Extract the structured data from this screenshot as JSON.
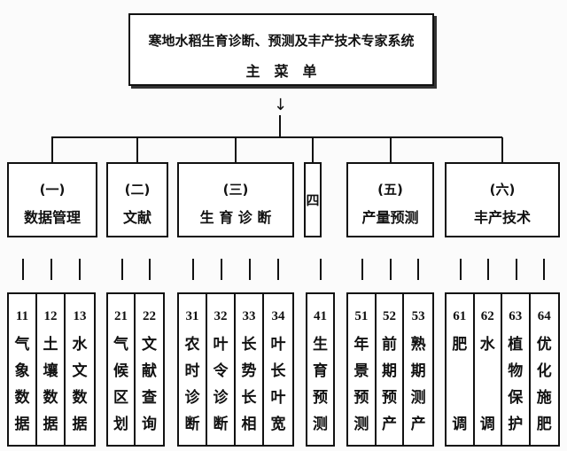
{
  "title": {
    "line1": "寒地水稻生育诊断、预测及丰产技术专家系统",
    "line2": "主菜单"
  },
  "groups": [
    {
      "num": "(一)",
      "name": "数据管理",
      "items": [
        {
          "code": "11",
          "label": "气\n象\n数\n据"
        },
        {
          "code": "12",
          "label": "土\n壤\n数\n据"
        },
        {
          "code": "13",
          "label": "水\n文\n数\n据"
        }
      ]
    },
    {
      "num": "(二)",
      "name": "文献",
      "items": [
        {
          "code": "21",
          "label": "气\n候\n区\n划"
        },
        {
          "code": "22",
          "label": "文\n献\n查\n询"
        }
      ]
    },
    {
      "num": "(三)",
      "name": "生 育 诊 断",
      "items": [
        {
          "code": "31",
          "label": "农\n时\n诊\n断"
        },
        {
          "code": "32",
          "label": "叶\n令\n诊\n断"
        },
        {
          "code": "33",
          "label": "长\n势\n长\n相"
        },
        {
          "code": "34",
          "label": "叶\n长\n叶\n宽"
        }
      ]
    },
    {
      "num": "四",
      "name": "",
      "items": [
        {
          "code": "41",
          "label": "生\n育\n预\n测"
        }
      ]
    },
    {
      "num": "(五)",
      "name": "产量预测",
      "items": [
        {
          "code": "51",
          "label": "年\n景\n预\n测"
        },
        {
          "code": "52",
          "label": "前\n期\n预\n产"
        },
        {
          "code": "53",
          "label": "熟\n期\n测\n产"
        }
      ]
    },
    {
      "num": "(六)",
      "name": "丰产技术",
      "items": [
        {
          "code": "61",
          "label": "肥\n\n\n调"
        },
        {
          "code": "62",
          "label": "水\n\n\n调"
        },
        {
          "code": "63",
          "label": "植\n物\n保\n护"
        },
        {
          "code": "64",
          "label": "优\n化\n施\n肥"
        }
      ]
    }
  ]
}
